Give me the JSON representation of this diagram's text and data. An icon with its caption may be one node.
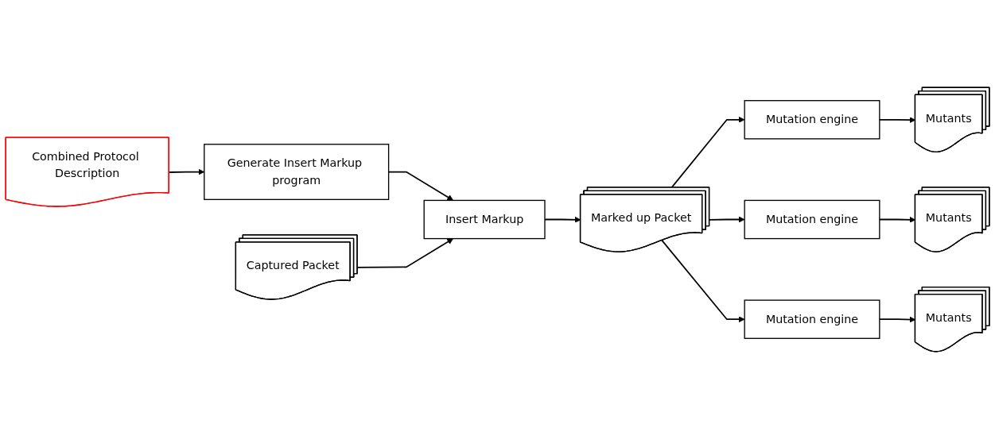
{
  "diagram": {
    "nodes": [
      {
        "text": [
          "Combined Protocol Description"
        ]
      },
      {
        "text": [
          "Generate Insert Markup program"
        ]
      },
      {
        "text": [
          "Captured Packet"
        ]
      },
      {
        "text": [
          "Insert Markup"
        ]
      },
      {
        "text": [
          "Marked up Packet"
        ]
      },
      {
        "text": [
          "Mutation engine"
        ]
      },
      {
        "text": [
          "Mutation engine"
        ]
      },
      {
        "text": [
          "Mutation engine"
        ]
      },
      {
        "text": [
          "Mutants"
        ]
      },
      {
        "text": [
          "Mutants"
        ]
      },
      {
        "text": [
          "Mutants"
        ]
      }
    ],
    "edges": [
      {
        "from": 0,
        "to": 1,
        "arrow": "to"
      },
      {
        "from": 1,
        "to": 3,
        "arrow": "to"
      },
      {
        "from": 2,
        "to": 3,
        "arrow": "to"
      },
      {
        "from": 3,
        "to": 4,
        "arrow": "to"
      },
      {
        "from": 4,
        "to": 5,
        "arrow": "to"
      },
      {
        "from": 4,
        "to": 6,
        "arrow": "to"
      },
      {
        "from": 4,
        "to": 7,
        "arrow": "to"
      },
      {
        "from": 5,
        "to": 8,
        "arrow": "to"
      },
      {
        "from": 6,
        "to": 9,
        "arrow": "to"
      },
      {
        "from": 7,
        "to": 10,
        "arrow": "to"
      }
    ]
  }
}
